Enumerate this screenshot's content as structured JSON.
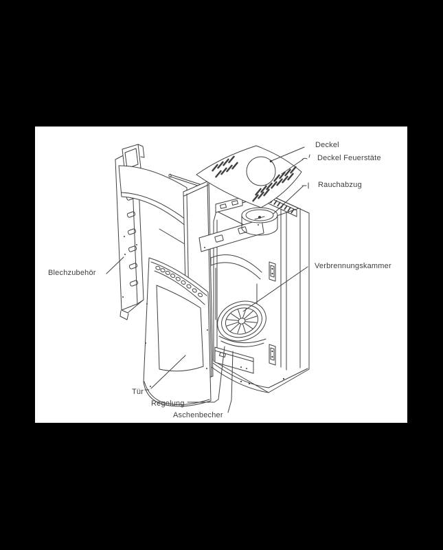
{
  "page": {
    "colors": {
      "canvas": "#000000",
      "panel": "#ffffff",
      "line": "#3f3f3f",
      "text": "#3d3d3d"
    }
  },
  "diagram": {
    "kind": "exploded-view-line-drawing",
    "labels": {
      "deckel": "Deckel",
      "deckel_feuerstaete": "Deckel Feuerstäte",
      "rauchabzug": "Rauchabzug",
      "verbrennungskammer": "Verbrennungskammer",
      "blechzubehoer": "Blechzubehör",
      "tuer": "Tür",
      "regelung": "Regelung",
      "aschenbecher": "Aschenbecher"
    }
  }
}
